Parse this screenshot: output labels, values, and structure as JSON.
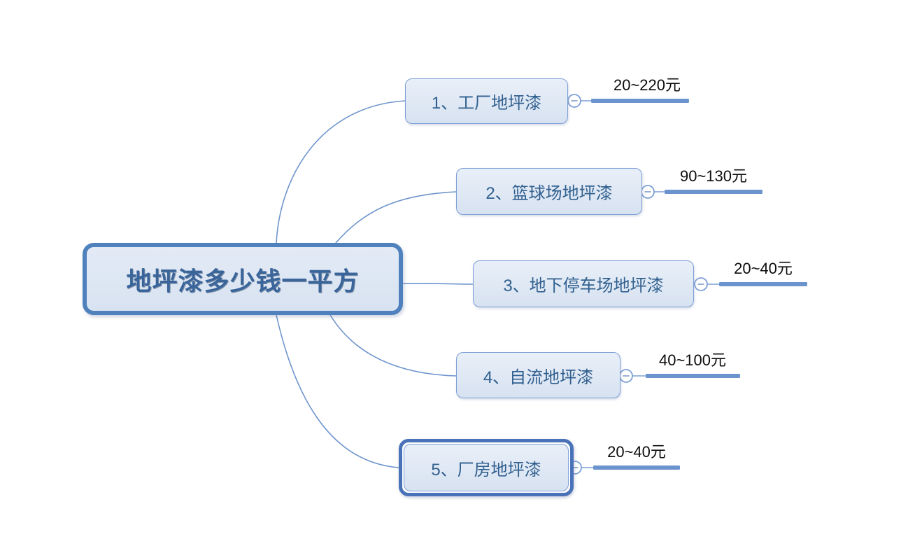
{
  "diagram": {
    "type": "mindmap",
    "root": {
      "label": "地坪漆多少钱一平方"
    },
    "branches": [
      {
        "label": "1、工厂地坪漆",
        "price": "20~220元",
        "selected": false
      },
      {
        "label": "2、篮球场地坪漆",
        "price": "90~130元",
        "selected": false
      },
      {
        "label": "3、地下停车场地坪漆",
        "price": "20~40元",
        "selected": false
      },
      {
        "label": "4、自流地坪漆",
        "price": "40~100元",
        "selected": false
      },
      {
        "label": "5、厂房地坪漆",
        "price": "20~40元",
        "selected": true
      }
    ],
    "icons": {
      "collapse_symbol": "minus"
    },
    "colors": {
      "root_border": "#4f81bd",
      "root_fill": "#dce6f3",
      "root_text": "#3a659a",
      "branch_border": "#7d9fd6",
      "branch_fill": "#dce6f3",
      "branch_text": "#31608f",
      "selected_outline": "#4a72b8",
      "curve": "#6f95cd",
      "price_bar": "#6b94cf",
      "price_text": "#0d0d0d",
      "background": "#ffffff"
    }
  }
}
